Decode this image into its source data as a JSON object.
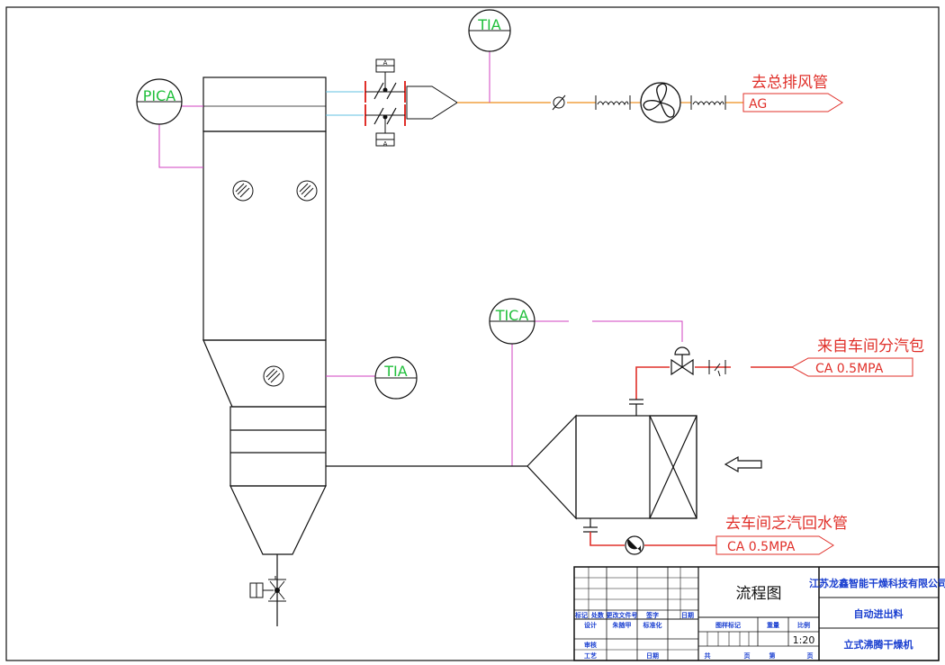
{
  "instruments": {
    "pica": "PICA",
    "tia_top": "TIA",
    "tia_mid": "TIA",
    "tica": "TICA"
  },
  "valve_tag": "A",
  "streams": {
    "exhaust_label": "去总排风管",
    "exhaust_code": "AG",
    "steam_in_label": "来自车间分汽包",
    "steam_in_code": "CA 0.5MPA",
    "condensate_label": "去车间乏汽回水管",
    "condensate_code": "CA 0.5MPA"
  },
  "title_block": {
    "drawing_name": "流程图",
    "company": "江苏龙鑫智能干燥科技有限公司",
    "project": "自动进出料",
    "equipment": "立式沸腾干燥机",
    "scale": "1:20",
    "header_cells": [
      "标记",
      "处数",
      "更改文件号",
      "签字",
      "日期"
    ],
    "row_design": [
      "设计",
      "朱随甲",
      "标准化"
    ],
    "row_review": "审核",
    "row_process": "工艺",
    "row_date": "日期",
    "stage_headers": [
      "图样标记",
      "重量",
      "比例"
    ],
    "sheet_cells": [
      "共",
      "页",
      "第",
      "页"
    ]
  },
  "colors": {
    "steam_pipe": "#e0302a",
    "exhaust_pipe": "#f0a040",
    "signal_line": "#d040c0",
    "instrument_text": "#1fbf3a",
    "stream_text": "#e0302a"
  }
}
